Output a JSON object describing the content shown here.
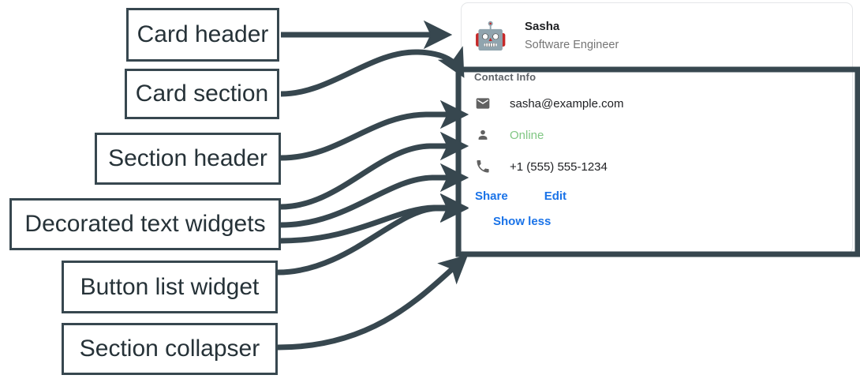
{
  "annotations": [
    {
      "id": "card-header",
      "label": "Card header"
    },
    {
      "id": "card-section",
      "label": "Card section"
    },
    {
      "id": "section-header",
      "label": "Section header"
    },
    {
      "id": "decorated-text",
      "label": "Decorated text widgets"
    },
    {
      "id": "button-list",
      "label": "Button list widget"
    },
    {
      "id": "section-collapser",
      "label": "Section collapser"
    }
  ],
  "card": {
    "header": {
      "avatar_icon": "robot-avatar-icon",
      "avatar_glyph": "🤖",
      "title": "Sasha",
      "subtitle": "Software Engineer"
    },
    "section": {
      "header": "Contact Info",
      "rows": [
        {
          "icon": "email-icon",
          "text": "sasha@example.com",
          "style": "default"
        },
        {
          "icon": "person-icon",
          "text": "Online",
          "style": "online"
        },
        {
          "icon": "phone-icon",
          "text": "+1 (555) 555-1234",
          "style": "default"
        }
      ],
      "buttons": [
        {
          "label": "Share"
        },
        {
          "label": "Edit"
        }
      ],
      "collapser": {
        "label": "Show less"
      }
    }
  },
  "colors": {
    "annotation_stroke": "#37474f",
    "annotation_text": "#263238",
    "link_blue": "#1a73e8",
    "online_green": "#81c784",
    "icon_gray": "#616161",
    "muted_gray": "#757575",
    "section_header_gray": "#5f6368",
    "card_border": "#e4e6e8",
    "title_dark": "#202124"
  }
}
